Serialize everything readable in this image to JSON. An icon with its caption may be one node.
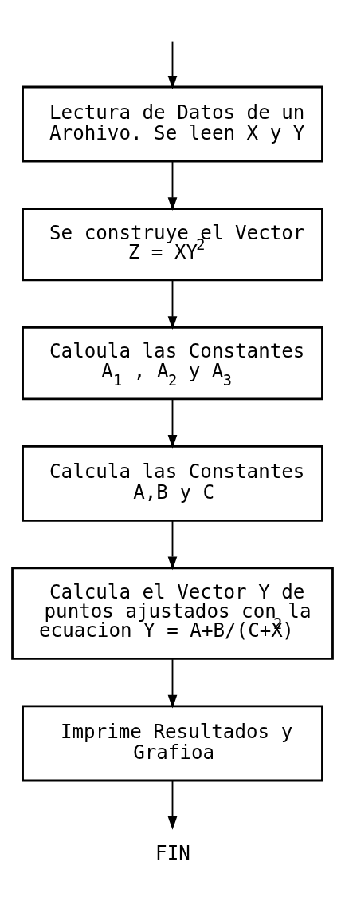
{
  "diagram": {
    "nodes": [
      {
        "text": [
          "Lectura de Datos de un Arohivo. Se leen X y Y"
        ]
      },
      {
        "text": [
          "Se construye el Vector Z = XY$^{2}$"
        ]
      },
      {
        "text": [
          "Caloula las Constantes A$_{1}$ , A$_{2}$ y A$_{3}$"
        ]
      },
      {
        "text": [
          "Calcula las Constantes A,B y C"
        ]
      },
      {
        "text": [
          "Calcula el Vector Y de puntos ajustados con la ecuacion Y = A+B/(C+X$^{2}$)"
        ]
      },
      {
        "text": [
          "Imprime Resultados y Grafioa"
        ]
      },
      {
        "text": [
          "FIN"
        ]
      }
    ],
    "edges": [
      {
        "from": null,
        "to": 0,
        "arrow": "to"
      },
      {
        "from": 0,
        "to": 1,
        "arrow": "to"
      },
      {
        "from": 1,
        "to": 2,
        "arrow": "to"
      },
      {
        "from": 2,
        "to": 3,
        "arrow": "to"
      },
      {
        "from": 3,
        "to": 4,
        "arrow": "to"
      },
      {
        "from": 4,
        "to": 5,
        "arrow": "to"
      },
      {
        "from": 5,
        "to": 6,
        "arrow": "to"
      }
    ]
  }
}
